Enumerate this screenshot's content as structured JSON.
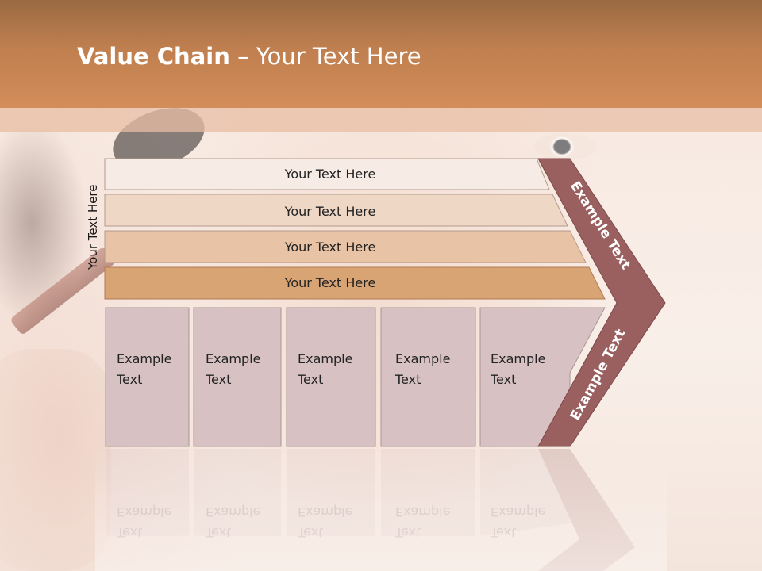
{
  "slide": {
    "title_bold": "Value Chain",
    "title_rest": " – Your Text Here"
  },
  "side_label": "Your Text Here",
  "bars": [
    {
      "label": "Your Text Here",
      "fill": "#f6ece5"
    },
    {
      "label": "Your Text Here",
      "fill": "#efd7c6"
    },
    {
      "label": "Your Text Here",
      "fill": "#e8c3a5"
    },
    {
      "label": "Your Text Here",
      "fill": "#d9a474"
    }
  ],
  "boxes": [
    {
      "line1": "Example",
      "line2": "Text"
    },
    {
      "line1": "Example",
      "line2": "Text"
    },
    {
      "line1": "Example",
      "line2": "Text"
    },
    {
      "line1": "Example",
      "line2": "Text"
    },
    {
      "line1": "Example",
      "line2": "Text"
    }
  ],
  "chevron": {
    "upper_label": "Example Text",
    "lower_label": "Example Text",
    "fill": "#9a6060"
  },
  "colors": {
    "header": "#c07f4f",
    "box_fill": "#d7c1c3",
    "box_stroke": "#a99597"
  }
}
